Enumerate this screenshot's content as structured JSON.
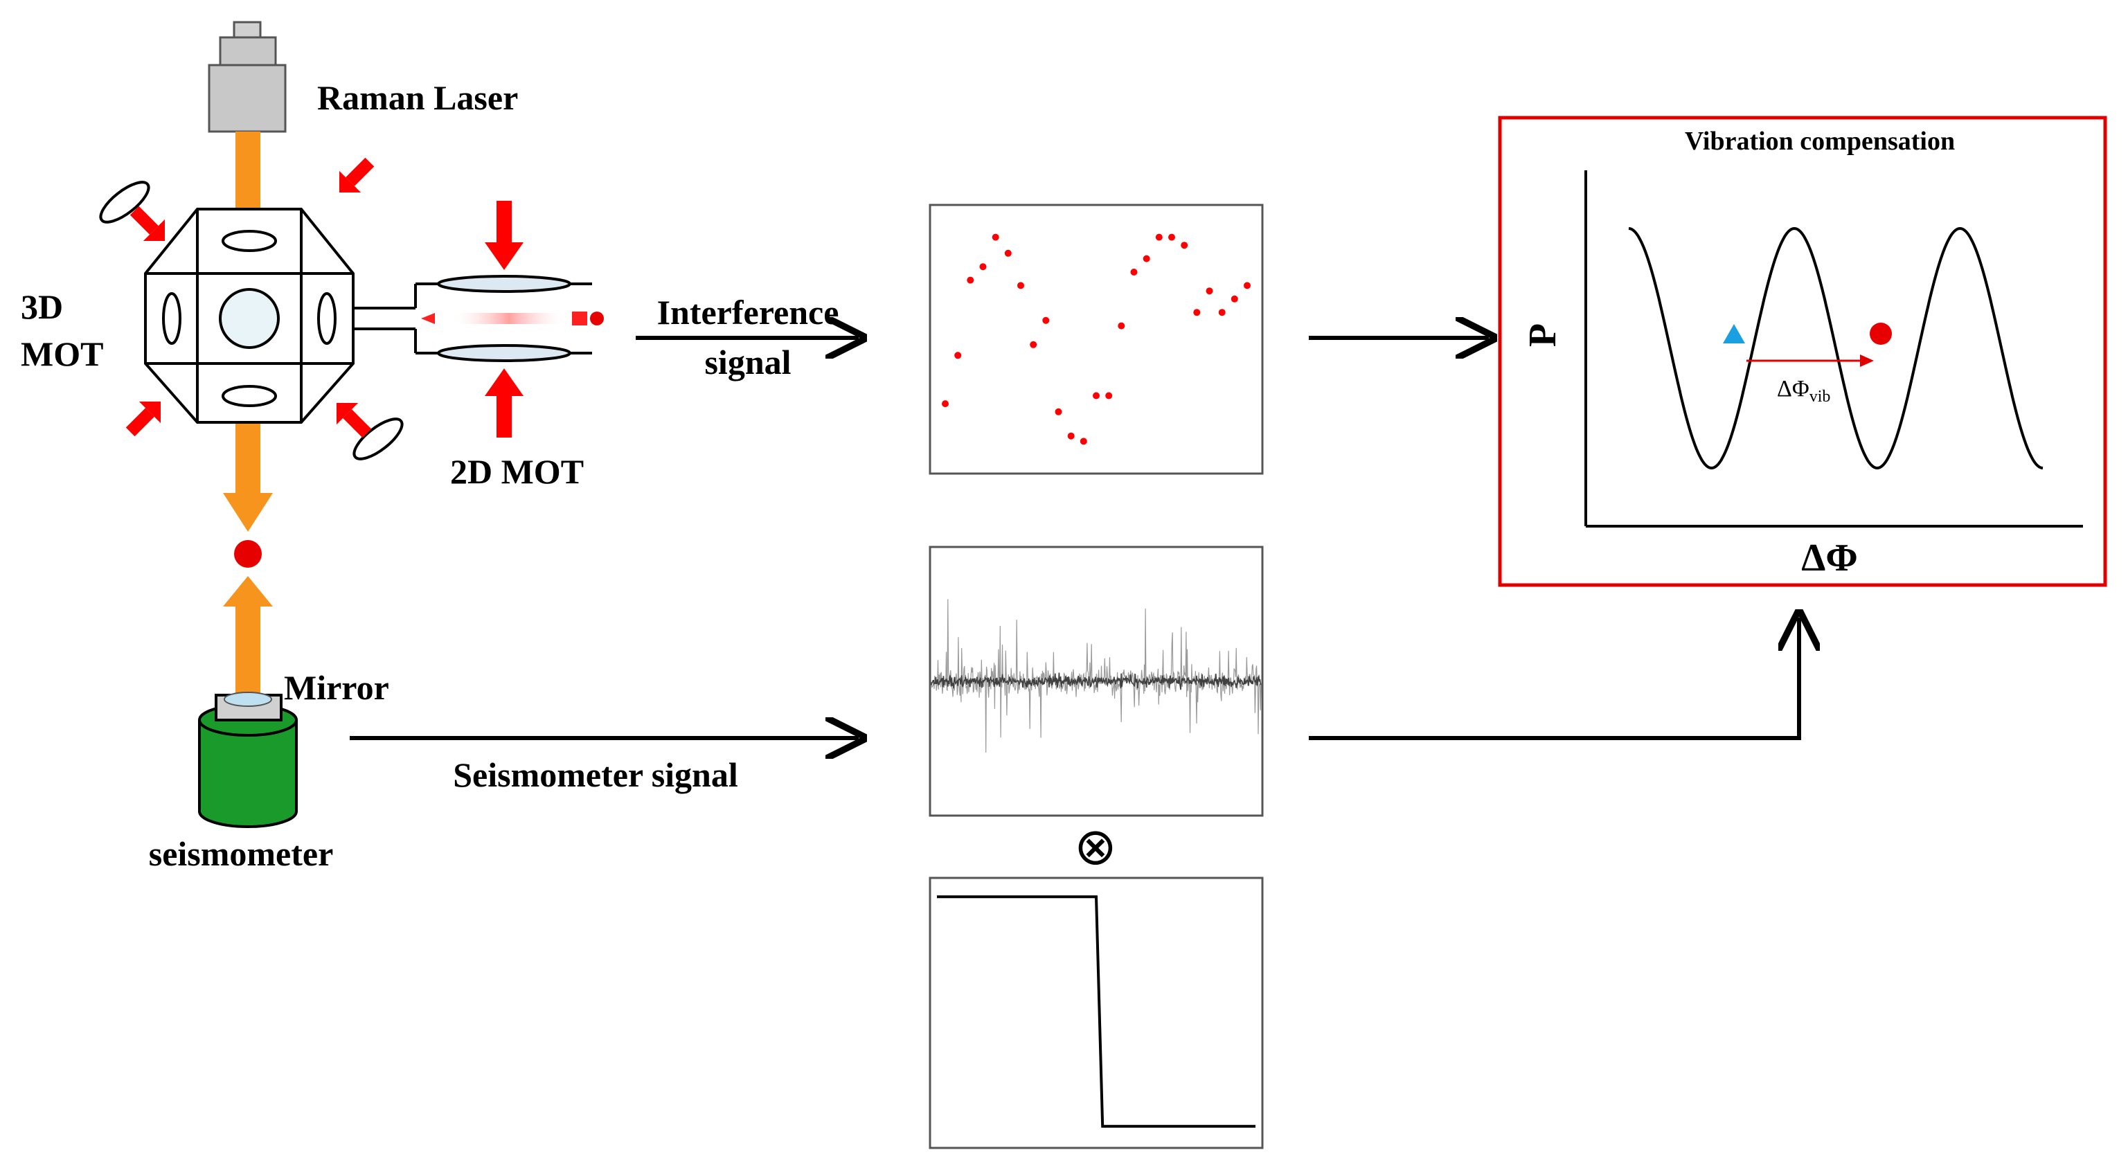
{
  "labels": {
    "raman_laser": "Raman Laser",
    "mot3d_line1": "3D",
    "mot3d_line2": "MOT",
    "mot2d": "2D MOT",
    "mirror": "Mirror",
    "seismometer": "seismometer",
    "interference_line1": "Interference",
    "interference_line2": "signal",
    "seismometer_signal": "Seismometer signal",
    "otimes": "⊗"
  },
  "compensation_panel": {
    "title": "Vibration compensation",
    "ylabel": "P",
    "xlabel": "ΔΦ",
    "annotation": "ΔΦ",
    "annotation_sub": "vib"
  },
  "colors": {
    "laser_beam": "#f7941d",
    "arrow_red": "#ff0000",
    "atom_red": "#e60000",
    "panel_border": "#e00000",
    "seismometer_green": "#1a9a2a",
    "triangle_blue": "#1aa0e0",
    "laser_gray": "#c8c8c8",
    "window_blue": "#e8f4f8"
  },
  "icons": {
    "otimes": "circled-times-icon"
  },
  "chart_data": [
    {
      "type": "scatter",
      "description_key": "interference-signal-plot",
      "x": [
        1,
        2,
        3,
        4,
        5,
        6,
        7,
        8,
        9,
        10,
        11,
        12,
        13,
        14,
        15,
        16,
        17,
        18,
        19,
        20,
        21,
        22,
        23,
        24,
        25
      ],
      "y": [
        0.26,
        0.44,
        0.72,
        0.77,
        0.88,
        0.82,
        0.7,
        0.48,
        0.57,
        0.23,
        0.14,
        0.12,
        0.29,
        0.29,
        0.55,
        0.75,
        0.8,
        0.88,
        0.88,
        0.85,
        0.6,
        0.68,
        0.6,
        0.65,
        0.7
      ],
      "ylim": [
        0,
        1
      ],
      "grid": false,
      "color": "#ff0000"
    },
    {
      "type": "line",
      "description_key": "seismometer-noise-plot",
      "samples": 600,
      "center": 0.5,
      "amplitude": 0.5,
      "grid": false,
      "color": "#404040"
    },
    {
      "type": "line",
      "description_key": "step-response-plot",
      "x": [
        0,
        0.5,
        0.52,
        1
      ],
      "y": [
        0.93,
        0.93,
        0.08,
        0.08
      ],
      "grid": false,
      "color": "#000000"
    },
    {
      "type": "line",
      "description_key": "vibration-compensation-cosine",
      "periods": 2.5,
      "grid": false,
      "color": "#000000",
      "markers": [
        {
          "shape": "triangle",
          "color": "#1aa0e0",
          "x": 0.3,
          "y": 0.55
        },
        {
          "shape": "circle",
          "color": "#e60000",
          "x": 0.58,
          "y": 0.55
        }
      ]
    }
  ]
}
